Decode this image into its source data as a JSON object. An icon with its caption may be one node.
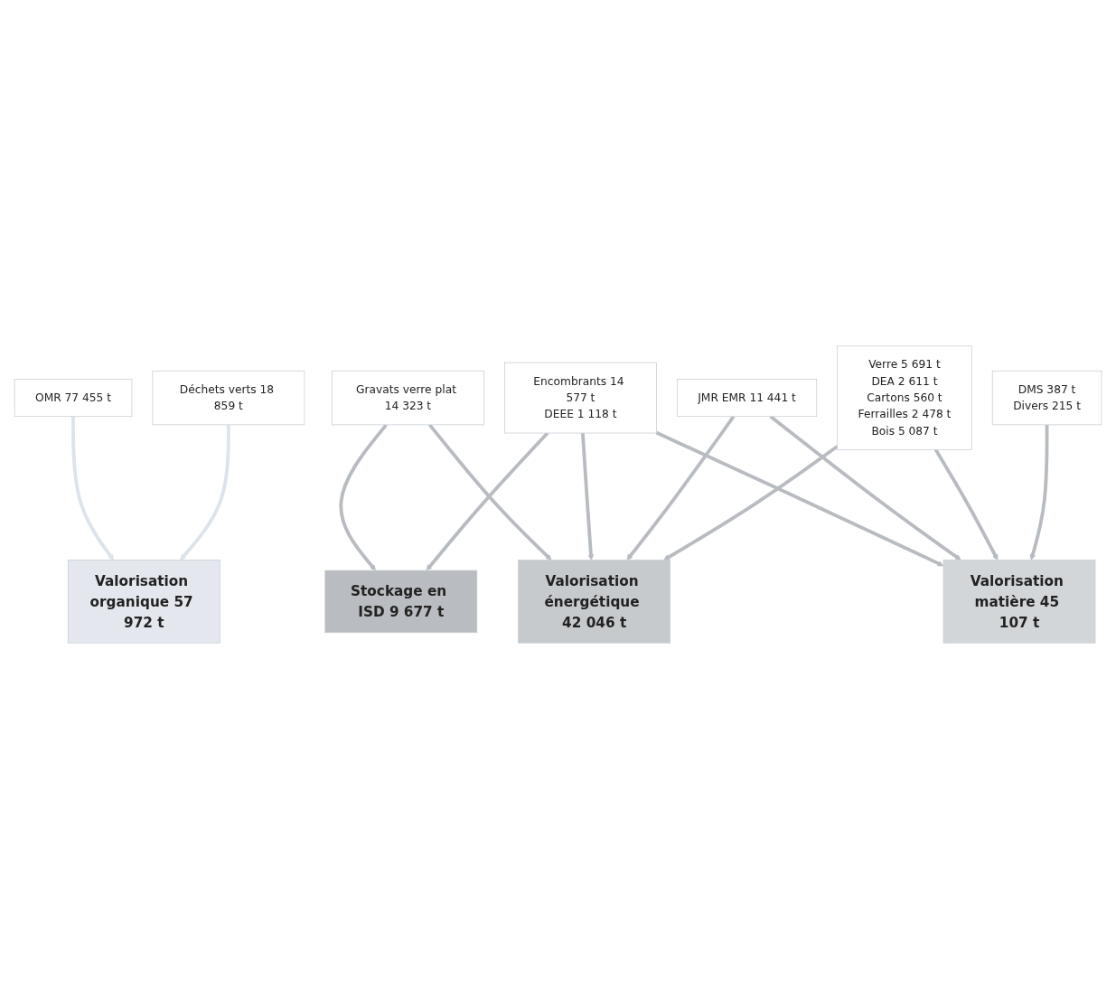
{
  "diagram": {
    "nodes": [
      {
        "text": [
          "OMR 77 455 t"
        ]
      },
      {
        "text": [
          "Déchets verts 18 859 t"
        ]
      },
      {
        "text": [
          "Gravats verre plat 14 323 t"
        ]
      },
      {
        "text": [
          "Encombrants 14 577 t",
          "DEEE 1 118 t"
        ]
      },
      {
        "text": [
          "JMR EMR 11 441 t"
        ]
      },
      {
        "text": [
          "Verre 5 691 t",
          "DEA 2 611 t",
          "Cartons 560 t",
          "Ferrailles 2 478 t",
          "Bois 5 087 t"
        ]
      },
      {
        "text": [
          "DMS 387 t",
          "Divers 215 t"
        ]
      },
      {
        "text": [
          "Valorisation organique 57 972 t"
        ]
      },
      {
        "text": [
          "Stockage en ISD 9 677 t"
        ]
      },
      {
        "text": [
          "Valorisation énergétique 42 046 t"
        ]
      },
      {
        "text": [
          "Valorisation matière 45 107 t"
        ]
      }
    ],
    "edges": [
      {
        "from": 0,
        "to": 7,
        "arrow": "to",
        "color": "#dde3ea"
      },
      {
        "from": 1,
        "to": 7,
        "arrow": "to",
        "color": "#dde3ea"
      },
      {
        "from": 2,
        "to": 8,
        "arrow": "to"
      },
      {
        "from": 2,
        "to": 9,
        "arrow": "to"
      },
      {
        "from": 3,
        "to": 8,
        "arrow": "to"
      },
      {
        "from": 3,
        "to": 10,
        "arrow": "to"
      },
      {
        "from": 3,
        "to": 9,
        "arrow": "to"
      },
      {
        "from": 4,
        "to": 9,
        "arrow": "to"
      },
      {
        "from": 4,
        "to": 10,
        "arrow": "to"
      },
      {
        "from": 5,
        "to": 9,
        "arrow": "to"
      },
      {
        "from": 5,
        "to": 10,
        "arrow": "to"
      },
      {
        "from": 6,
        "to": 10,
        "arrow": "to"
      }
    ]
  }
}
